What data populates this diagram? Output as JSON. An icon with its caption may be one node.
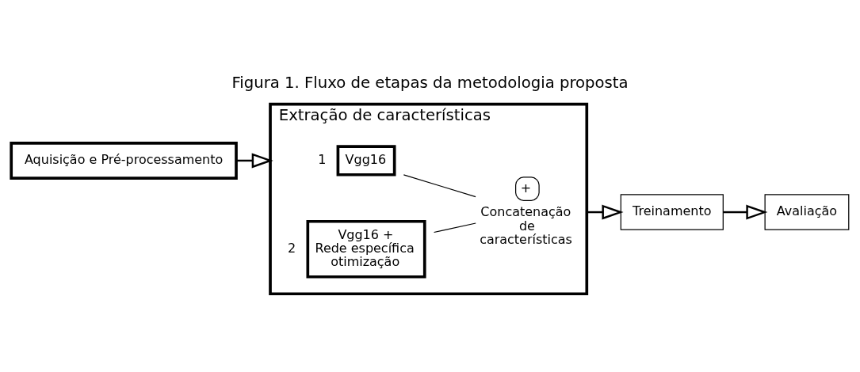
{
  "diagram": {
    "title": "Figura 1. Fluxo de etapas da metodologia proposta",
    "nodes": [
      {
        "text": [
          "Aquisição e Pré-processamento"
        ]
      },
      {
        "text": [
          "Extração de características"
        ]
      },
      {
        "text": [
          "Vgg16"
        ],
        "in": 1,
        "beside": [
          "1"
        ]
      },
      {
        "text": [
          "Vgg16 +",
          "Rede específica",
          "otimização"
        ],
        "in": 1,
        "beside": [
          "2"
        ]
      },
      {
        "text": [
          "+"
        ],
        "in": 1,
        "beside": [
          "Concatenação de características"
        ]
      },
      {
        "text": [
          "Treinamento"
        ]
      },
      {
        "text": [
          "Avaliação"
        ]
      }
    ],
    "edges": [
      {
        "from": 0,
        "to": 1,
        "arrow": "to"
      },
      {
        "from": 2,
        "to": 4,
        "arrow": "none"
      },
      {
        "from": 3,
        "to": 4,
        "arrow": "none"
      },
      {
        "from": 1,
        "to": 5,
        "arrow": "to"
      },
      {
        "from": 5,
        "to": 6,
        "arrow": "to"
      }
    ]
  }
}
